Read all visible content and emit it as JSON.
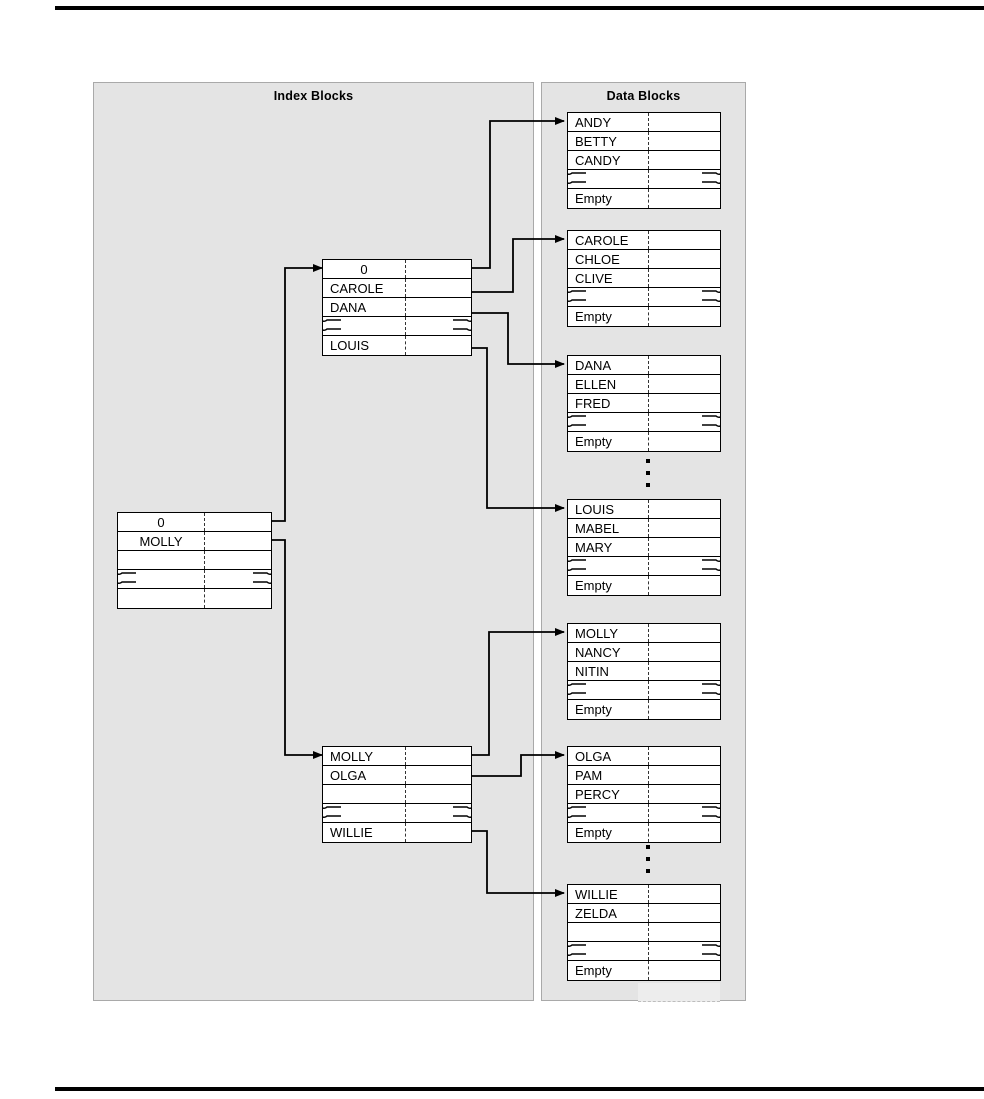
{
  "figure": {
    "panels": {
      "index": {
        "title": "Index Blocks"
      },
      "data": {
        "title": "Data Blocks"
      }
    },
    "index_blocks": [
      {
        "id": "root",
        "name": "root-index-block",
        "rows": [
          {
            "label": "0",
            "align": "center"
          },
          {
            "label": "MOLLY",
            "align": "center"
          },
          {
            "label": "",
            "align": "left"
          },
          {
            "label": "",
            "align": "left",
            "squiggle": true
          },
          {
            "label": "",
            "align": "left"
          }
        ]
      },
      {
        "id": "branch-upper",
        "name": "upper-index-block",
        "rows": [
          {
            "label": "0",
            "align": "center"
          },
          {
            "label": "CAROLE",
            "align": "left"
          },
          {
            "label": "DANA",
            "align": "left"
          },
          {
            "label": "",
            "align": "left",
            "squiggle": true
          },
          {
            "label": "LOUIS",
            "align": "left"
          }
        ]
      },
      {
        "id": "branch-lower",
        "name": "lower-index-block",
        "rows": [
          {
            "label": "MOLLY",
            "align": "left"
          },
          {
            "label": "OLGA",
            "align": "left"
          },
          {
            "label": "",
            "align": "left"
          },
          {
            "label": "",
            "align": "left",
            "squiggle": true
          },
          {
            "label": "WILLIE",
            "align": "left"
          }
        ]
      }
    ],
    "data_blocks": [
      {
        "id": "d1",
        "name": "data-block-andy",
        "rows": [
          {
            "label": "ANDY"
          },
          {
            "label": "BETTY"
          },
          {
            "label": "CANDY"
          },
          {
            "label": "",
            "squiggle": true
          },
          {
            "label": "Empty"
          }
        ]
      },
      {
        "id": "d2",
        "name": "data-block-carole",
        "rows": [
          {
            "label": "CAROLE"
          },
          {
            "label": "CHLOE"
          },
          {
            "label": "CLIVE"
          },
          {
            "label": "",
            "squiggle": true
          },
          {
            "label": "Empty"
          }
        ]
      },
      {
        "id": "d3",
        "name": "data-block-dana",
        "rows": [
          {
            "label": "DANA"
          },
          {
            "label": "ELLEN"
          },
          {
            "label": "FRED"
          },
          {
            "label": "",
            "squiggle": true
          },
          {
            "label": "Empty"
          }
        ]
      },
      {
        "id": "d4",
        "name": "data-block-louis",
        "rows": [
          {
            "label": "LOUIS"
          },
          {
            "label": "MABEL"
          },
          {
            "label": "MARY"
          },
          {
            "label": "",
            "squiggle": true
          },
          {
            "label": "Empty"
          }
        ]
      },
      {
        "id": "d5",
        "name": "data-block-molly",
        "rows": [
          {
            "label": "MOLLY"
          },
          {
            "label": "NANCY"
          },
          {
            "label": "NITIN"
          },
          {
            "label": "",
            "squiggle": true
          },
          {
            "label": "Empty"
          }
        ]
      },
      {
        "id": "d6",
        "name": "data-block-olga",
        "rows": [
          {
            "label": "OLGA"
          },
          {
            "label": "PAM"
          },
          {
            "label": "PERCY"
          },
          {
            "label": "",
            "squiggle": true
          },
          {
            "label": "Empty"
          }
        ]
      },
      {
        "id": "d7",
        "name": "data-block-willie",
        "rows": [
          {
            "label": "WILLIE"
          },
          {
            "label": "ZELDA"
          },
          {
            "label": ""
          },
          {
            "label": "",
            "squiggle": true
          },
          {
            "label": "Empty"
          }
        ]
      }
    ],
    "ellipses": [
      {
        "name": "vertical-ellipsis-upper",
        "dots": 3
      },
      {
        "name": "vertical-ellipsis-lower",
        "dots": 3
      }
    ],
    "colors": {
      "panel_background": "#e4e4e4",
      "panel_border": "#a9a9a9",
      "block_background": "#ffffff",
      "line": "#000000",
      "page_background": "#ffffff"
    }
  }
}
